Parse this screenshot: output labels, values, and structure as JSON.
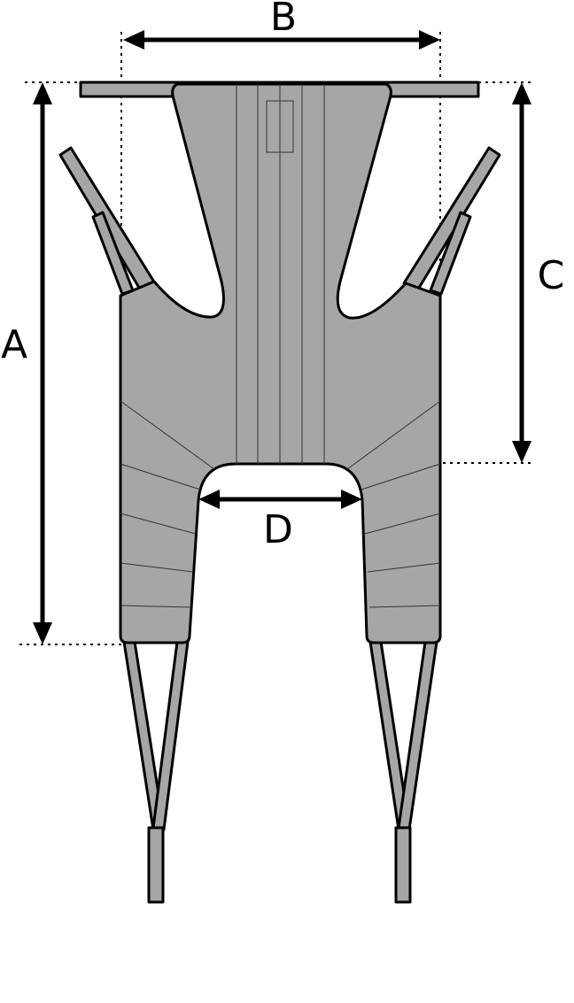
{
  "diagram": {
    "labels": {
      "a": "A",
      "b": "B",
      "c": "C",
      "d": "D"
    },
    "colors": {
      "fabric": "#a6a6a6",
      "outline": "#000000",
      "background": "#ffffff"
    }
  }
}
